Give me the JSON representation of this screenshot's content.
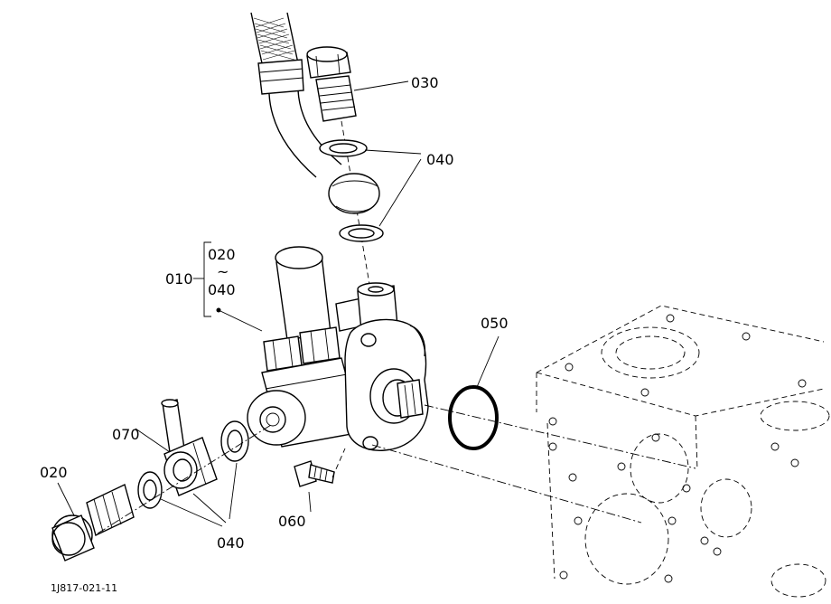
{
  "labels": {
    "p030": "030",
    "p040_top": "040",
    "p020_range_start": "020",
    "p020_range_tilde": "~",
    "p020_range_end": "040",
    "p010": "010",
    "p050": "050",
    "p070": "070",
    "p020": "020",
    "p060": "060",
    "p040_bottom": "040"
  },
  "figure_code": "1J817-021-11"
}
